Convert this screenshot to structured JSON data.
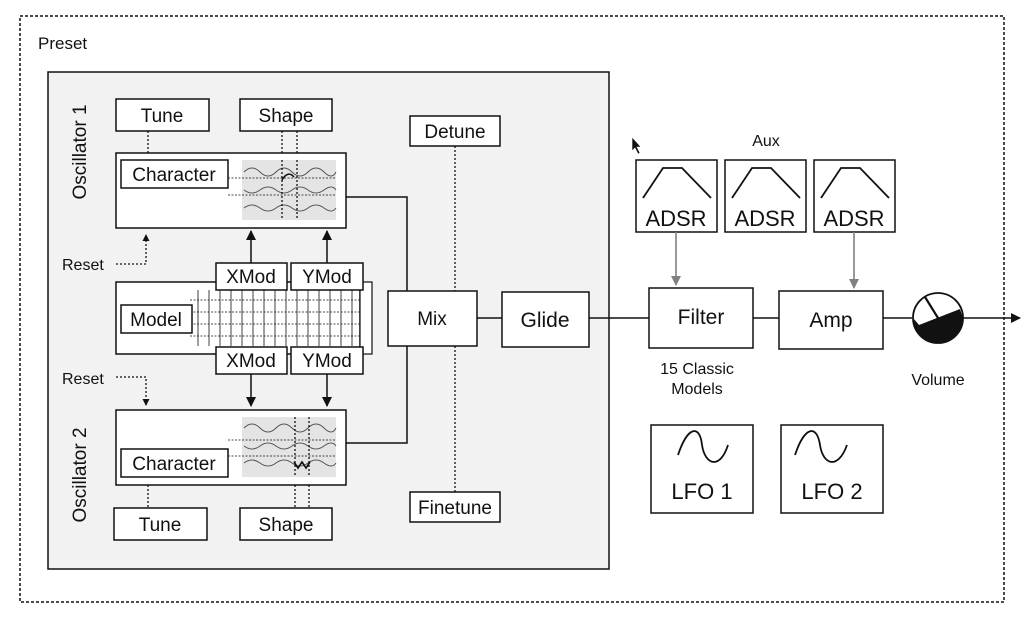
{
  "preset_label": "Preset",
  "osc1": {
    "title": "Oscillator 1",
    "tune": "Tune",
    "shape": "Shape",
    "character": "Character",
    "reset": "Reset"
  },
  "osc2": {
    "title": "Oscillator 2",
    "tune": "Tune",
    "shape": "Shape",
    "character": "Character",
    "reset": "Reset"
  },
  "model": {
    "label": "Model",
    "xmod_top": "XMod",
    "ymod_top": "YMod",
    "xmod_bottom": "XMod",
    "ymod_bottom": "YMod"
  },
  "detune": "Detune",
  "finetune": "Finetune",
  "mix": "Mix",
  "glide": "Glide",
  "filter": {
    "label": "Filter",
    "caption_line1": "15 Classic",
    "caption_line2": "Models"
  },
  "amp": "Amp",
  "volume": "Volume",
  "aux": "Aux",
  "envelopes": [
    "ADSR",
    "ADSR",
    "ADSR"
  ],
  "lfos": [
    "LFO 1",
    "LFO 2"
  ],
  "colors": {
    "line": "#111111",
    "modulation_arrow": "#808080",
    "panel": "#f2f2f2",
    "knob": "#111111"
  }
}
